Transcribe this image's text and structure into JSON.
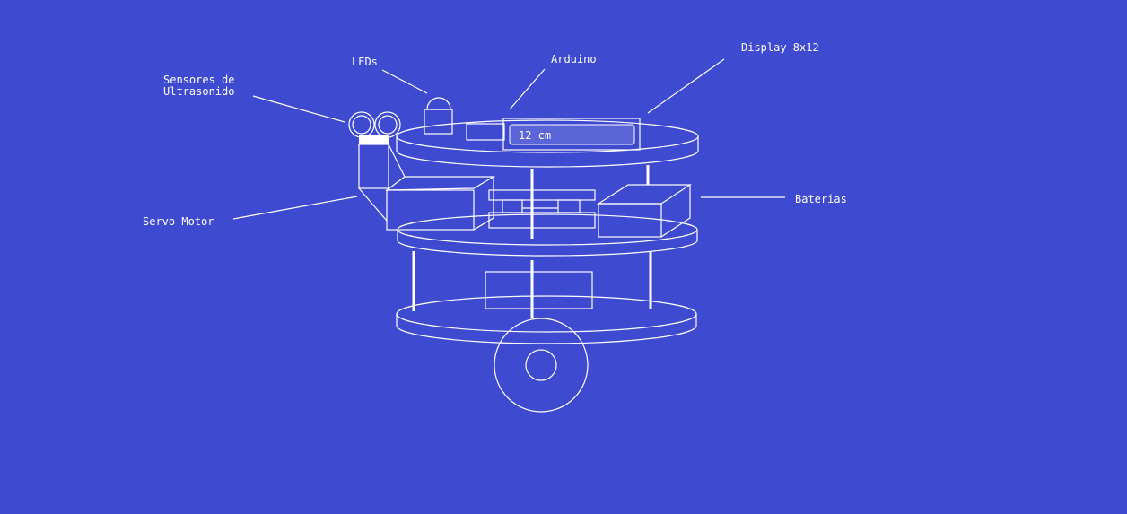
{
  "labels": {
    "sensors_line1": "Sensores de",
    "sensors_line2": "Ultrasonido",
    "leds": "LEDs",
    "arduino": "Arduino",
    "display": "Display 8x12",
    "batteries": "Baterias",
    "servo": "Servo Motor"
  },
  "display_readout": "12 cm",
  "colors": {
    "background": "#3e4acf",
    "lines": "#ffffff",
    "display_screen": "#5a66d8"
  }
}
